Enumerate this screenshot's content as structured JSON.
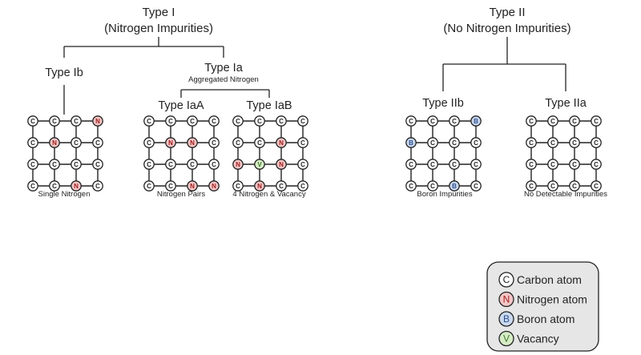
{
  "type1": {
    "title": "Type I",
    "subtitle": "(Nitrogen Impurities)",
    "ib": {
      "label": "Type Ib",
      "caption": "Single Nitrogen"
    },
    "ia": {
      "label": "Type Ia",
      "sublabel": "Aggregated Nitrogen",
      "iaa": {
        "label": "Type IaA",
        "caption": "Nitrogen Pairs"
      },
      "iab": {
        "label": "Type IaB",
        "caption": "4 Nitrogen & Vacancy"
      }
    }
  },
  "type2": {
    "title": "Type II",
    "subtitle": "(No Nitrogen Impurities)",
    "iib": {
      "label": "Type IIb",
      "caption": "Boron Impurities"
    },
    "iia": {
      "label": "Type IIa",
      "caption": "No Detectable Impurities"
    }
  },
  "atom_styles": {
    "C": {
      "fill": "#ffffff",
      "text": "#222222"
    },
    "N": {
      "fill": "#f3c6c6",
      "text": "#a11d1d"
    },
    "B": {
      "fill": "#c9d8ef",
      "text": "#2f4f8f"
    },
    "V": {
      "fill": "#d6ecc6",
      "text": "#3f7a2a"
    }
  },
  "lattices": [
    {
      "id": "ib",
      "grid": [
        "CCCN",
        "CNCC",
        "CCCC",
        "CCNC"
      ]
    },
    {
      "id": "iaa",
      "grid": [
        "CCCC",
        "CNNC",
        "CCCC",
        "CCNN"
      ]
    },
    {
      "id": "iab",
      "grid": [
        "CCCC",
        "CCNC",
        "NVNC",
        "CNCC"
      ]
    },
    {
      "id": "iib",
      "grid": [
        "CCCB",
        "BCCC",
        "CCCC",
        "CCBC"
      ]
    },
    {
      "id": "iia",
      "grid": [
        "CCCC",
        "CCCC",
        "CCCC",
        "CCCC"
      ]
    }
  ],
  "legend": {
    "items": [
      {
        "symbol": "C",
        "label": "Carbon atom"
      },
      {
        "symbol": "N",
        "label": "Nitrogen atom"
      },
      {
        "symbol": "B",
        "label": "Boron atom"
      },
      {
        "symbol": "V",
        "label": "Vacancy"
      }
    ]
  }
}
